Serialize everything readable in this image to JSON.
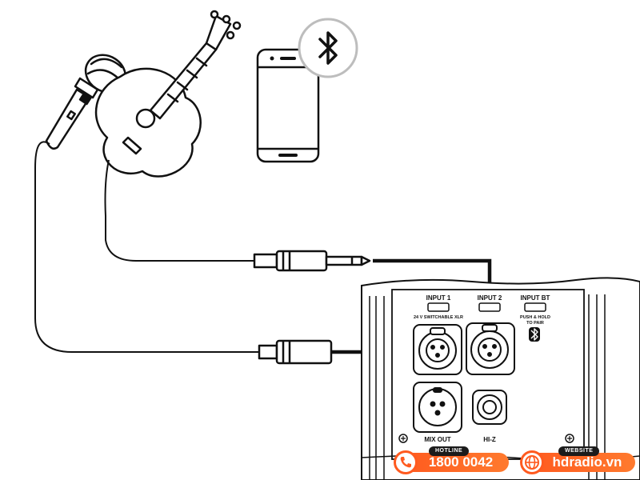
{
  "panel": {
    "input1_label": "INPUT 1",
    "input1_sub": "24 V SWITCHABLE XLR",
    "input2_label": "INPUT 2",
    "inputbt_label": "INPUT BT",
    "inputbt_sub1": "PUSH & HOLD",
    "inputbt_sub2": "TO PAIR",
    "mixout_label": "MIX OUT",
    "hiz_label": "HI-Z"
  },
  "icons": {
    "bluetooth": "bluetooth-icon",
    "phone": "smartphone-icon",
    "guitar": "acoustic-guitar-icon",
    "microphone": "microphone-icon",
    "hotline": "phone-call-icon",
    "website": "globe-icon"
  },
  "contact": {
    "hotline_tag": "HOTLINE",
    "hotline_number": "1800 0042",
    "website_tag": "WEBSITE",
    "website_url": "hdradio.vn"
  },
  "colors": {
    "line": "#111111",
    "accent": "#ff5a1f",
    "panel_fill": "#ffffff",
    "badge_border": "#bdbdbd"
  }
}
